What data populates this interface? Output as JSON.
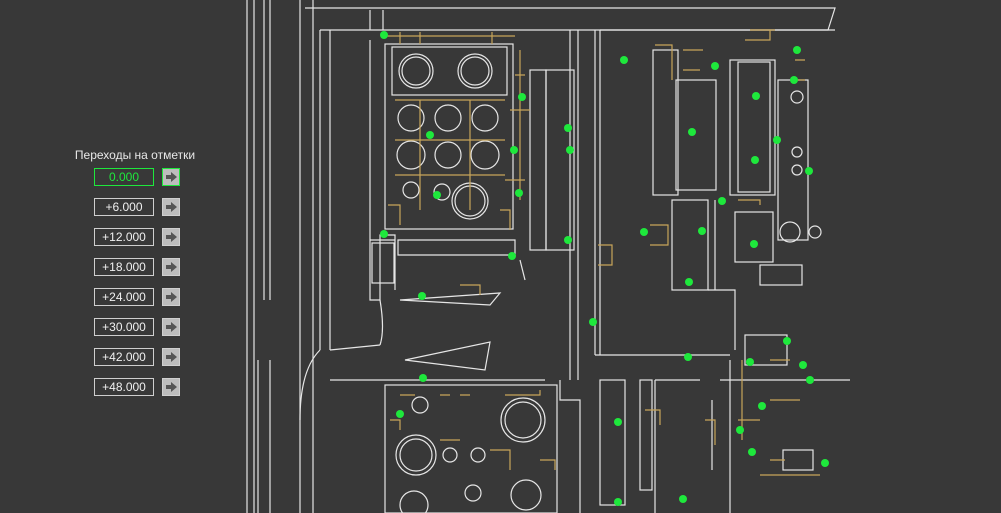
{
  "panel": {
    "title": "Переходы на отметки",
    "levels": [
      {
        "label": "0.000",
        "active": true
      },
      {
        "label": "+6.000",
        "active": false
      },
      {
        "label": "+12.000",
        "active": false
      },
      {
        "label": "+18.000",
        "active": false
      },
      {
        "label": "+24.000",
        "active": false
      },
      {
        "label": "+30.000",
        "active": false
      },
      {
        "label": "+42.000",
        "active": false
      },
      {
        "label": "+48.000",
        "active": false
      }
    ],
    "go_icon": "arrow-right-icon"
  },
  "colors": {
    "background": "#383838",
    "active": "#1ee83c",
    "line": "#e6e6e6",
    "equipment": "#c8a55a",
    "marker": "#1ee83c"
  }
}
